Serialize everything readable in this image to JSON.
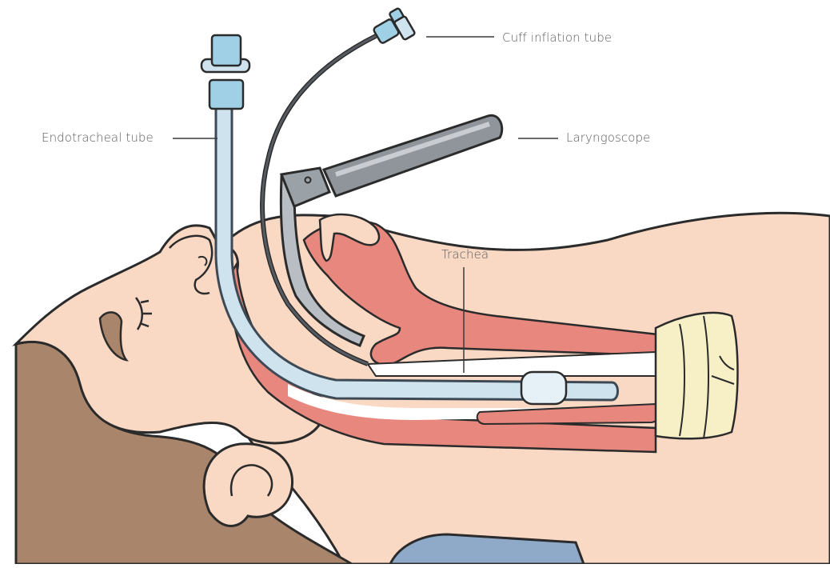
{
  "labels": {
    "cuff_inflation_tube": "Cuff inflation tube",
    "endotracheal_tube": "Endotracheal tube",
    "laryngoscope": "Laryngoscope",
    "trachea": "Trachea"
  },
  "colors": {
    "skin": "#f9d8c4",
    "skin_shadow": "#f2bfa6",
    "outline": "#2b2b2b",
    "hair": "#a9856b",
    "airway_red": "#e8877e",
    "tube": "#cfe3ee",
    "tube_outline": "#3d4a55",
    "connector": "#9fd0e6",
    "laryngoscope": "#8f959b",
    "cartilage": "#f7efc6",
    "shirt": "#8fa9c9",
    "label_text": "#5b5b5b"
  }
}
